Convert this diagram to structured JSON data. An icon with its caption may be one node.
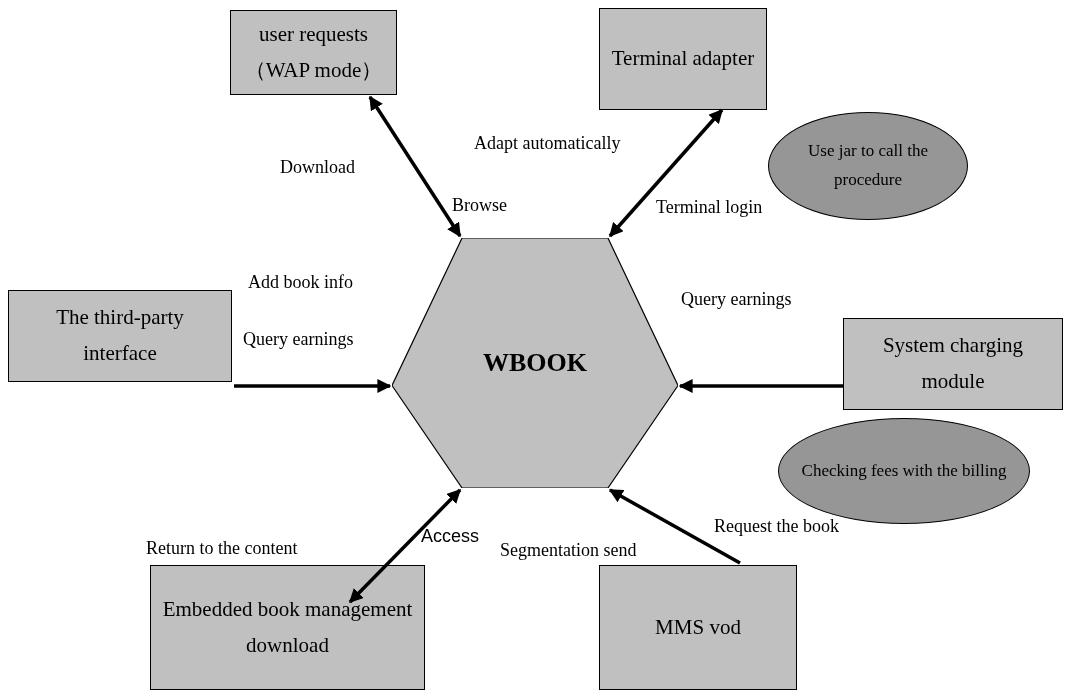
{
  "diagram": {
    "nodes": [
      {
        "text": [
          "user requests（WAP mode）"
        ]
      },
      {
        "text": [
          "Terminal adapter"
        ]
      },
      {
        "text": [
          "Use jar to call the procedure"
        ]
      },
      {
        "text": [
          "The third-party interface"
        ]
      },
      {
        "text": [
          "WBOOK"
        ]
      },
      {
        "text": [
          "System charging module"
        ]
      },
      {
        "text": [
          "Checking fees with the billing"
        ]
      },
      {
        "text": [
          "Embedded book management download"
        ]
      },
      {
        "text": [
          "MMS vod"
        ]
      }
    ],
    "edges": [
      {
        "from": 0,
        "to": 4,
        "arrow": "both"
      },
      {
        "from": 1,
        "to": 4,
        "arrow": "both"
      },
      {
        "from": 3,
        "to": 4,
        "arrow": "to"
      },
      {
        "from": 5,
        "to": 4,
        "arrow": "to"
      },
      {
        "from": 7,
        "to": 4,
        "arrow": "both"
      },
      {
        "from": 8,
        "to": 4,
        "arrow": "to"
      }
    ],
    "labels": [
      "Adapt automatically",
      "Download",
      "Browse",
      "Terminal login",
      "Add book info",
      "Query earnings",
      "Query earnings",
      "Access",
      "Request the book",
      "Return to the content",
      "Segmentation send"
    ]
  }
}
